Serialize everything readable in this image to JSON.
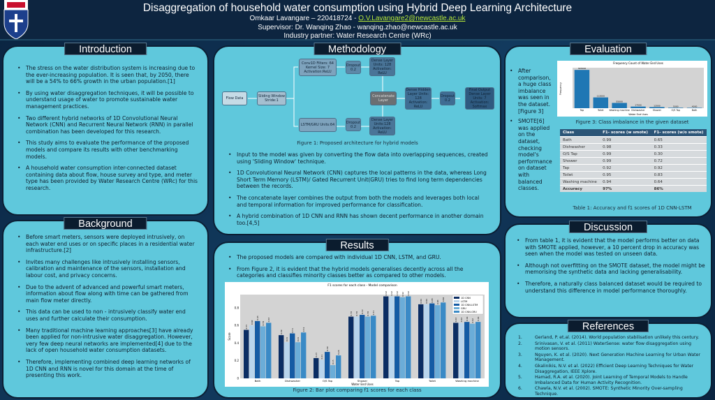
{
  "header": {
    "title": "Disaggregation of household water consumption using Hybrid Deep Learning Architecture",
    "author": "Omkaar Lavangare – 220418724 - ",
    "author_email": "O.V.Lavangare2@newcastle.ac.uk",
    "supervisor": "Supervisor: Dr. Wanqing Zhao - wanqing.zhao@newcastle.ac.uk",
    "partner": "Industry partner: Water Research Centre (WRc)"
  },
  "introduction": {
    "title": "Introduction",
    "items": [
      "The stress on the water distribution system is increasing due to the ever-increasing population. It is seen that, by 2050, there will be a 54% to 66% growth in the urban population.[1]",
      "By using water disaggregation techniques, it will be possible to understand usage of water to promote sustainable water management practices.",
      "Two different hybrid networks of 1D Convolutional Neural Network (CNN) and Recurrent Neural Network (RNN) in parallel combination has been developed for this research.",
      "This study aims to evaluate the performance of the proposed models and compare its results with other benchmarking models.",
      "A household water consumption inter-connected dataset containing data about flow, house survey and type, and meter type has been provided by Water Research Centre (WRc) for this research."
    ]
  },
  "background": {
    "title": "Background",
    "items": [
      "Before smart meters, sensors were deployed intrusively, on each water end uses or on specific places in a residential water infrastructure.[2]",
      "Invites many challenges like intrusively installing sensors, calibration and maintenance of the sensors, installation and labour cost, and privacy concerns.",
      "Due to the advent of advanced and powerful smart meters, information about flow along with time can be gathered from main flow meter directly.",
      "This data can be used to non - intrusively classify water end uses and further calculate their consumption.",
      "Many traditional machine learning approaches[3] have already been applied for non-intrusive water disaggregation. However, very few deep neural networks are implemented[4] due to the lack of open household water consumption datasets.",
      "Therefore, implementing combined deep learning networks of 1D CNN and RNN is novel for this domain at the time of presenting this work."
    ]
  },
  "methodology": {
    "title": "Methodology",
    "diagram": {
      "flow": "Flow Data",
      "window": "Sliding Window Stride:1",
      "conv": "Conv1D Filters: 64 Kernel Size: 7 Activation:ReLU",
      "drop1": "Dropout 0.2",
      "dense1": "Dense Layer Units: 128 Activation: ReLU",
      "lstm": "LSTM/GRU Units:64",
      "drop2": "Dropout 0.2",
      "dense2": "Dense Layer Units:128 Activation: ReLU",
      "concat": "Concatenate Layer",
      "dense3": "Dense Hidden Layer Units: 128 Activation: ReLU",
      "drop3": "Dropout 0.2",
      "out": "Final Output Dense Layer Units: 7 Activation: Softmax"
    },
    "figure_caption": "Figure 1: Proposed architecture for hybrid models",
    "items": [
      "Input to the model was given by converting the flow data into overlapping sequences, created using 'Sliding Window' technique.",
      "1D Convolutional Neural Network (CNN) captures the local patterns in the data, whereas Long Short Term Memory (LSTM)/ Gated Recurrent Unit(GRU) tries to find long term dependencies between the records.",
      "The concatenate layer combines the output from both the models and leverages both local and temporal information for improved performance for classification.",
      "A hybrid combination of 1D CNN and RNN has shown decent performance in another domain too.[4,5]"
    ]
  },
  "results": {
    "title": "Results",
    "items": [
      "The proposed models are compared with individual 1D CNN, LSTM, and GRU.",
      "From Figure 2, it is evident that the hybrid models generalises decently across all the categories and classifies minority classes better as compared to other models."
    ],
    "figure_caption": "Figure 2: Bar plot comparing f1 scores for each class"
  },
  "evaluation": {
    "title": "Evaluation",
    "items": [
      "After comparison, a huge class imbalance was seen in the dataset. [Figure 3]",
      "SMOTE[6] was applied on the dataset, checking model's performance on dataset with balanced classes."
    ],
    "figure_caption": "Figure 3: Class imbalance in the given dataset",
    "table_caption": "Table 1: Accuracy and f1 scores of 1D CNN-LSTM",
    "table": {
      "headers": [
        "Class",
        "F1- scores (w smote)",
        "F1- scores (w/o smote)"
      ],
      "rows": [
        [
          "Bath",
          "0.99",
          "0.65"
        ],
        [
          "Dishwasher",
          "0.98",
          "0.33"
        ],
        [
          "O/S Tap",
          "0.99",
          "0.30"
        ],
        [
          "Shower",
          "0.99",
          "0.72"
        ],
        [
          "Tap",
          "0.92",
          "0.92"
        ],
        [
          "Toilet",
          "0.95",
          "0.83"
        ],
        [
          "Washing machine",
          "0.94",
          "0.64"
        ],
        [
          "Accuracy",
          "97%",
          "86%"
        ]
      ]
    }
  },
  "discussion": {
    "title": "Discussion",
    "items": [
      "From table 1, it is evident that the model performs better on data with SMOTE applied, however, a 10 percent drop in accuracy was seen when the model was tested on unseen data.",
      "Although not overfitting on the SMOTE dataset, the model might be memorising the synthetic data and lacking generalisability.",
      "Therefore, a naturally class balanced dataset would be required to understand this difference in model performance thoroughly."
    ]
  },
  "references": {
    "title": "References",
    "items": [
      [
        "1.",
        "Gerland, P. et.al. (2014). World population stabilisation unlikely this century."
      ],
      [
        "2.",
        "Srinivasan, V. et al. (2011) WaterSense: water flow disaggregation using motion sensors."
      ],
      [
        "3.",
        "Nguyen, K. et al. (2020). Next Generation Machine Learning for Urban Water Management."
      ],
      [
        "4.",
        "Gkalinikis, N.V. et al. (2022) Efficient Deep Learning Techniques for Water Disaggregation, IEEE Xplore."
      ],
      [
        "5.",
        "Hamad, R.A. et al. (2020). Joint Learning of Temporal Models to Handle Imbalanced Data for Human Activity Recognition."
      ],
      [
        "6.",
        "Chawla, N.V. et al. (2002). SMOTE: Synthetic Minority Over-sampling Technique."
      ]
    ]
  },
  "chart_data": [
    {
      "type": "bar",
      "title": "Frequency Count of Water End Uses",
      "xlabel": "Water End Uses",
      "ylabel": "Frequency",
      "categories": [
        "Tap",
        "Toilet",
        "Washing machine",
        "Dishwasher",
        "Shower",
        "O/S Tap",
        "Bath"
      ],
      "values": [
        397000,
        112000,
        55000,
        17000,
        12000,
        5000,
        4000
      ],
      "ylim": [
        0,
        420000
      ],
      "grid": false
    },
    {
      "type": "bar",
      "title": "F1 scores for each class - Model comparison",
      "xlabel": "Water End Uses",
      "ylabel": "Score",
      "categories": [
        "Bath",
        "Dishwasher",
        "O/S Tap",
        "Shower",
        "Tap",
        "Toilet",
        "Washing machine"
      ],
      "series": [
        {
          "name": "1D CNN",
          "color": "#0b2d63",
          "values": [
            0.55,
            0.49,
            0.23,
            0.7,
            0.93,
            0.84,
            0.63
          ]
        },
        {
          "name": "LSTM",
          "color": "#b8d4ec",
          "values": [
            0.6,
            0.41,
            0.21,
            0.7,
            0.93,
            0.84,
            0.63
          ]
        },
        {
          "name": "1D CNN-LSTM",
          "color": "#155ba4",
          "values": [
            0.65,
            0.51,
            0.3,
            0.72,
            0.93,
            0.85,
            0.64
          ]
        },
        {
          "name": "GRU",
          "color": "#6badd8",
          "values": [
            0.59,
            0.41,
            0.15,
            0.7,
            0.92,
            0.83,
            0.62
          ]
        },
        {
          "name": "1D CNN-GRU",
          "color": "#3a8ac6",
          "values": [
            0.63,
            0.52,
            0.26,
            0.71,
            0.93,
            0.86,
            0.64
          ]
        }
      ],
      "yticks": [
        0.0,
        0.2,
        0.4,
        0.6,
        0.8
      ],
      "ylim": [
        0,
        0.95
      ],
      "legend": "top-right",
      "grid": false
    }
  ]
}
